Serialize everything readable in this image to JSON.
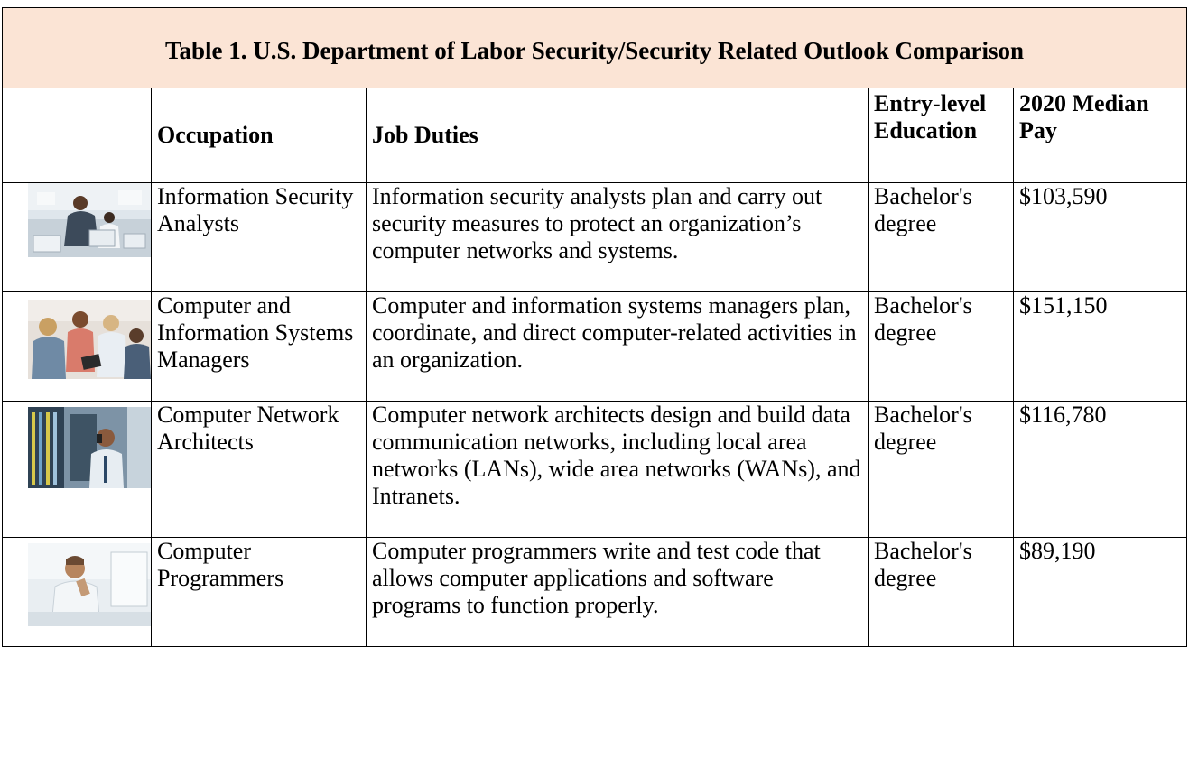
{
  "table": {
    "title": "Table 1. U.S. Department of Labor Security/Security Related Outlook Comparison",
    "headers": {
      "photo": "",
      "occupation": "Occupation",
      "duties": "Job Duties",
      "education": "Entry-level Education",
      "pay": "2020 Median Pay"
    },
    "rows": [
      {
        "photo": "office-team-photo",
        "occupation": "Information Security Analysts",
        "duties": "Information security analysts plan and carry out security measures to protect an organization’s computer networks and systems.",
        "education": "Bachelor's degree",
        "pay": "$103,590"
      },
      {
        "photo": "meeting-group-photo",
        "occupation": "Computer and Information Systems Managers",
        "duties": "Computer and information systems managers plan, coordinate, and direct computer-related activities in an organization.",
        "education": "Bachelor's degree",
        "pay": "$151,150"
      },
      {
        "photo": "server-room-photo",
        "occupation": "Computer Network Architects",
        "duties": "Computer network architects design and build data communication networks, including local area networks (LANs), wide area networks (WANs), and Intranets.",
        "education": "Bachelor's degree",
        "pay": "$116,780"
      },
      {
        "photo": "programmer-desk-photo",
        "occupation": "Computer Programmers",
        "duties": "Computer programmers write and test code that allows computer applications and software programs to function properly.",
        "education": "Bachelor's degree",
        "pay": "$89,190"
      }
    ]
  },
  "colors": {
    "title_background": "#fbe4d5",
    "border": "#000000"
  }
}
